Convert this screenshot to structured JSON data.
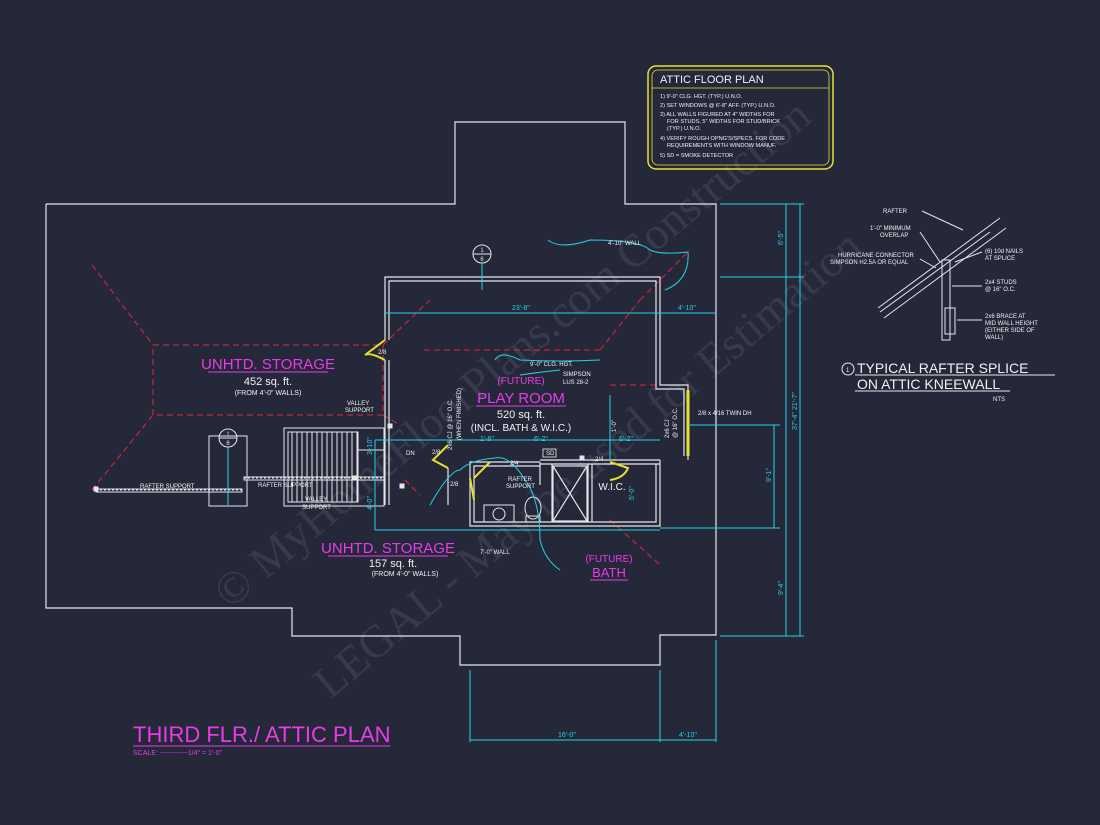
{
  "colors": {
    "background": "#252839",
    "wall": "#e6e6ea",
    "dimension": "#22d3e6",
    "label_magenta": "#e93be8",
    "note_text": "#f1f1f1",
    "note_border": "#e5e23a",
    "door": "#e7e12e",
    "red_dash": "#e0283a",
    "watermark": "#4a4d5e"
  },
  "notes_box": {
    "title": "ATTIC FLOOR PLAN",
    "items": [
      "1) 9'-0\" CLG. HGT. (TYP.) U.N.O.",
      "2) SET WINDOWS @ 6'-8\" AFF. (TYP.) U.N.O.",
      "3) ALL WALLS FIGURED AT 4\" WIDTHS FOR",
      "FOR STUDS, 5\" WIDTHS FOR STUD/BRICK",
      "(TYP.) U.N.O.",
      "4) VERIFY ROUGH OPNG'S/SPECS. FOR CODE",
      "REQUIREMENTS WITH WINDOW MANUF.",
      "5) SD = SMOKE DETECTOR"
    ]
  },
  "rooms": {
    "storage_main": {
      "name": "UNHTD. STORAGE",
      "area": "452 sq. ft.",
      "note": "(FROM 4'-0\" WALLS)"
    },
    "play_room": {
      "tag": "(FUTURE)",
      "name": "PLAY ROOM",
      "area": "520 sq. ft.",
      "note": "(INCL. BATH & W.I.C.)"
    },
    "storage_small": {
      "name": "UNHTD. STORAGE",
      "area": "157 sq. ft.",
      "note": "(FROM 4'-0\" WALLS)"
    },
    "bath": {
      "tag": "(FUTURE)",
      "name": "BATH"
    },
    "wic": "W.I.C."
  },
  "labels": {
    "valley_support_1": [
      "VALLEY",
      "SUPPORT"
    ],
    "valley_support_2": [
      "VALLEY",
      "SUPPORT"
    ],
    "rafter_support_1": "RAFTER SUPPORT",
    "rafter_support_2": "RAFTER SUPPORT",
    "rafter_support_3": [
      "RAFTER",
      "SUPPORT"
    ],
    "clg_hgt": "9'-0\" CLG. HGT.",
    "simpson": [
      "SIMPSON",
      "LUS 28-2"
    ],
    "twin_dh": "2/8 x 4/16 TWIN DH",
    "wall_4_10": "4'-10\" WALL",
    "wall_7_0": "7'-0\" WALL",
    "dn": "DN",
    "dim_28_a": "2/8",
    "dim_28_b": "2/8",
    "dim_28_c": "2/8",
    "dim_24_a": "2/4",
    "dim_24_b": "2/4",
    "sd": "SD",
    "joists_1": "2x6 CJ @ 16\" O.C.",
    "joists_2": "2x6 CJ",
    "joists_2b": "@ 16\" O.C.",
    "when_finished": "(WHEN FINISHED)",
    "dim_1_0": "1'-0\"",
    "section_mark": "6",
    "section_num": "1"
  },
  "dims": {
    "d23_8": "23'-8\"",
    "d4_10a": "4'-10\"",
    "d16_0": "16'-0\"",
    "d4_10b": "4'-10\"",
    "d6_5": "6'-5\"",
    "d21_7": "21'-7\"",
    "d37_4": "37'-4\"",
    "d9_1": "9'-1\"",
    "d9_4": "9'-4\"",
    "d1_8": "1'-8\"",
    "d6_2a": "6'-2\"",
    "d6_2b": "6'-2\"",
    "d4_0": "4'-0\"",
    "d5_0": "5'-0\"",
    "d3_10": "3'-10\""
  },
  "detail": {
    "title_line1": "TYPICAL RAFTER SPLICE",
    "title_line2": "ON ATTIC KNEEWALL",
    "number": "1",
    "scale": "NTS",
    "callouts": {
      "rafter": "RAFTER",
      "overlap": [
        "1'-0\" MINIMUM",
        "OVERLAP"
      ],
      "hurricane": [
        "HURRICANE CONNECTOR",
        "SIMPSON H2.5A OR EQUAL"
      ],
      "nails": [
        "(6) 10d NAILS",
        "AT SPLICE"
      ],
      "studs": [
        "2x4 STUDS",
        "@ 16\" O.C."
      ],
      "brace": [
        "2x6 BRACE AT",
        "MID WALL HEIGHT",
        "(EITHER SIDE OF",
        "WALL)"
      ]
    }
  },
  "plan_title": "THIRD FLR./ ATTIC PLAN",
  "plan_scale": "SCALE: ------------1/4\" = 1'-0\"",
  "watermark": {
    "line1": "© MyHomeFloorPlans.com Construction",
    "line2": "LEGAL - May be used for Estimation"
  }
}
